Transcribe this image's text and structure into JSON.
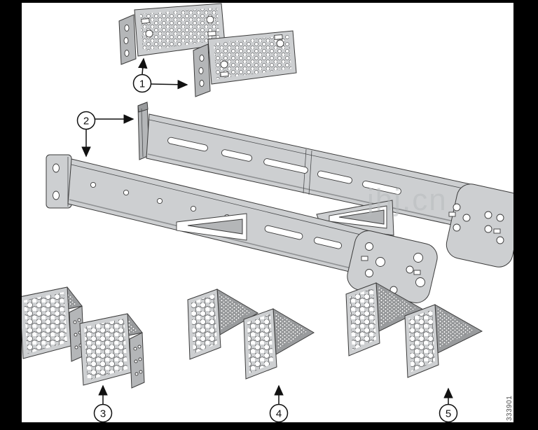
{
  "figure": {
    "watermark": "jhj.cn",
    "figure_number": "333901",
    "callouts": [
      {
        "label": "1",
        "part": "rack-ear-bracket-pair"
      },
      {
        "label": "2",
        "part": "extension-rail-pair"
      },
      {
        "label": "3",
        "part": "angle-bracket-pair-small"
      },
      {
        "label": "4",
        "part": "angle-bracket-pair-medium"
      },
      {
        "label": "5",
        "part": "angle-bracket-pair-large"
      }
    ]
  },
  "colors": {
    "frame": "#000000",
    "canvas": "#ffffff",
    "metal_light": "#cdcfd1",
    "metal_mid": "#b4b6b8",
    "metal_dark": "#999b9d",
    "outline": "#3b3b3b",
    "watermark": "#b9bcbe",
    "figure_number_color": "#4a4a4a"
  }
}
